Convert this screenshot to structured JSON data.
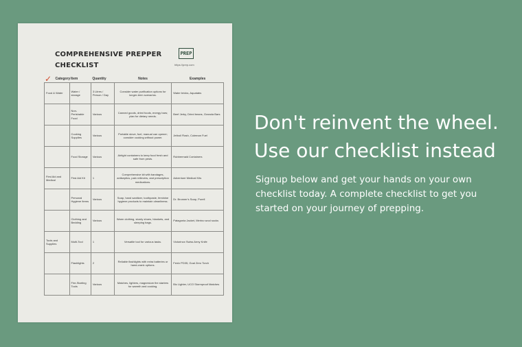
{
  "document": {
    "title": "COMPREHENSIVE PREPPER CHECKLIST",
    "logo_text": "PREP",
    "url": "https://prep.com",
    "check_mark": "✓",
    "columns": [
      "Category",
      "Item",
      "Quantity",
      "Notes",
      "Examples"
    ],
    "rows": [
      {
        "category": "Food & Water",
        "item": "Water / storage",
        "quantity": "3 Litres / Person / Day",
        "notes": "Consider water purification options for longer-term scenarios.",
        "examples": "Water bricks, Aquatabs"
      },
      {
        "category": "",
        "item": "Non-Perishable Food",
        "quantity": "Various",
        "notes": "Canned goods, dried foods, energy bars; plan for dietary needs.",
        "examples": "Beef Jerky, Dried beans, Granola Bars"
      },
      {
        "category": "",
        "item": "Cooking Supplies",
        "quantity": "Various",
        "notes": "Portable stove, fuel, manual can opener; consider cooking without power.",
        "examples": "Jetboil Flash, Coleman Fuel"
      },
      {
        "category": "",
        "item": "Food Storage",
        "quantity": "Various",
        "notes": "Airtight containers to keep food fresh and safe from pests.",
        "examples": "Rubbermaid Containers"
      },
      {
        "category": "First Aid and Medical",
        "item": "First Aid Kit",
        "quantity": "1",
        "notes": "Comprehensive kit with bandages, antiseptics, pain relievers, and prescription medications.",
        "examples": "Adventure Medical Kits"
      },
      {
        "category": "",
        "item": "Personal Hygiene Items",
        "quantity": "Various",
        "notes": "Soap, hand sanitizer, toothpaste, feminine hygiene products to maintain cleanliness.",
        "examples": "Dr. Bronner's Soap, Purell"
      },
      {
        "category": "",
        "item": "Clothing and Bedding",
        "quantity": "Various",
        "notes": "Warm clothing, sturdy shoes, blankets, and sleeping bags.",
        "examples": "Patagonia Jacket, Merino wool socks"
      },
      {
        "category": "Tools and Supplies",
        "item": "Multi-Tool",
        "quantity": "1",
        "notes": "Versatile tool for various tasks.",
        "examples": "Victorinox Swiss Army Knife"
      },
      {
        "category": "",
        "item": "Flashlights",
        "quantity": "2",
        "notes": "Reliable flashlights with extra batteries or hand-crank options.",
        "examples": "Fenix PD35, Goal Zero Torch"
      },
      {
        "category": "",
        "item": "Fire-Starting Tools",
        "quantity": "Various",
        "notes": "Matches, lighters, magnesium fire starters for warmth and cooking.",
        "examples": "Bic Lighter, UCO Stormproof Matches"
      }
    ]
  },
  "promo": {
    "headline_line1": "Don't reinvent the wheel.",
    "headline_line2": "Use our checklist instead",
    "body": "Signup below and get your hands on your own checklist today. A complete checklist to get you started on your journey of prepping."
  },
  "colors": {
    "background": "#6a9a7f",
    "paper": "#ebebe6",
    "check_mark": "#d04a2c",
    "text_light": "#ffffff"
  }
}
